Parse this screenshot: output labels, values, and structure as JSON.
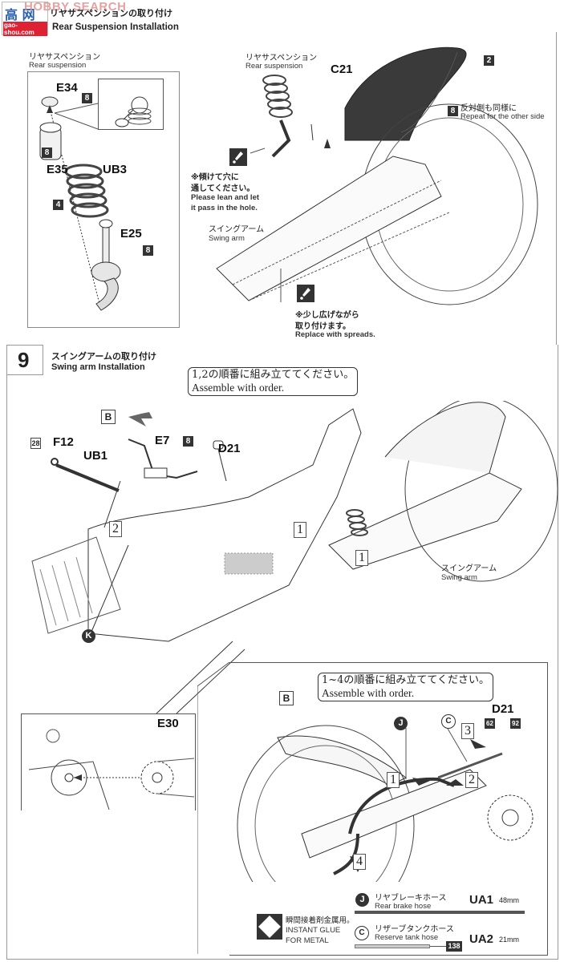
{
  "watermark": {
    "logo_text": "高 网",
    "site": "gao-shou.com",
    "overlay_text": "HOBBY SEARCH"
  },
  "step8": {
    "title_jp": "リヤサスペンションの取り付け",
    "title_en": "Rear Suspension Installation",
    "subassembly": {
      "label_jp": "リヤサスペンション",
      "label_en": "Rear suspension",
      "parts": [
        {
          "id": "E34",
          "color_code": "8"
        },
        {
          "id": "E35",
          "color_code": "8"
        },
        {
          "id": "UB3",
          "color_code": "4"
        },
        {
          "id": "E25",
          "color_code": "8"
        }
      ]
    },
    "main": {
      "rear_suspension_jp": "リヤサスペンション",
      "rear_suspension_en": "Rear suspension",
      "part_c21": "C21",
      "c21_color": "2",
      "other_side_color": "8",
      "other_side_jp": "反対側も同様に",
      "other_side_en": "Repeat for the other side",
      "caution1_jp_1": "※傾けて穴に",
      "caution1_jp_2": "通してください。",
      "caution1_en_1": "Please lean and let",
      "caution1_en_2": "it pass in the hole.",
      "swing_arm_jp": "スイングアーム",
      "swing_arm_en": "Swing arm",
      "caution2_jp_1": "※少し広げながら",
      "caution2_jp_2": "取り付けます。",
      "caution2_en": "Replace with spreads."
    }
  },
  "step9": {
    "number": "9",
    "title_jp": "スイングアームの取り付け",
    "title_en": "Swing arm Installation",
    "order_note_jp": "1,2の順番に組み立ててください。",
    "order_note_en": "Assemble with order.",
    "detail_ref": "B",
    "parts": {
      "f12_code": "28",
      "f12": "F12",
      "ub1": "UB1",
      "e7": "E7",
      "e7_code": "8",
      "d21": "D21"
    },
    "steps": [
      "1",
      "1",
      "2"
    ],
    "callout_k": "K",
    "swing_arm_jp": "スイングアーム",
    "swing_arm_en": "Swing arm",
    "e30": "E30",
    "detail_b": {
      "label": "B",
      "order_note_jp": "1~4の順番に組み立ててください。",
      "order_note_en": "Assemble with order.",
      "d21": "D21",
      "d21_codes": [
        "62",
        "92"
      ],
      "callout_j": "J",
      "callout_c": "C",
      "steps": [
        "1",
        "2",
        "3",
        "4"
      ]
    },
    "legend": {
      "glue_jp": "瞬間接着剤金属用。",
      "glue_en_1": "INSTANT GLUE",
      "glue_en_2": "FOR METAL",
      "hoses": [
        {
          "callout": "J",
          "name_jp": "リヤブレーキホース",
          "name_en": "Rear brake hose",
          "part": "UA1",
          "length": "48mm"
        },
        {
          "callout": "C",
          "name_jp": "リザーブタンクホース",
          "name_en": "Reserve tank hose",
          "part": "UA2",
          "length": "21mm",
          "color_code": "138"
        }
      ]
    }
  }
}
